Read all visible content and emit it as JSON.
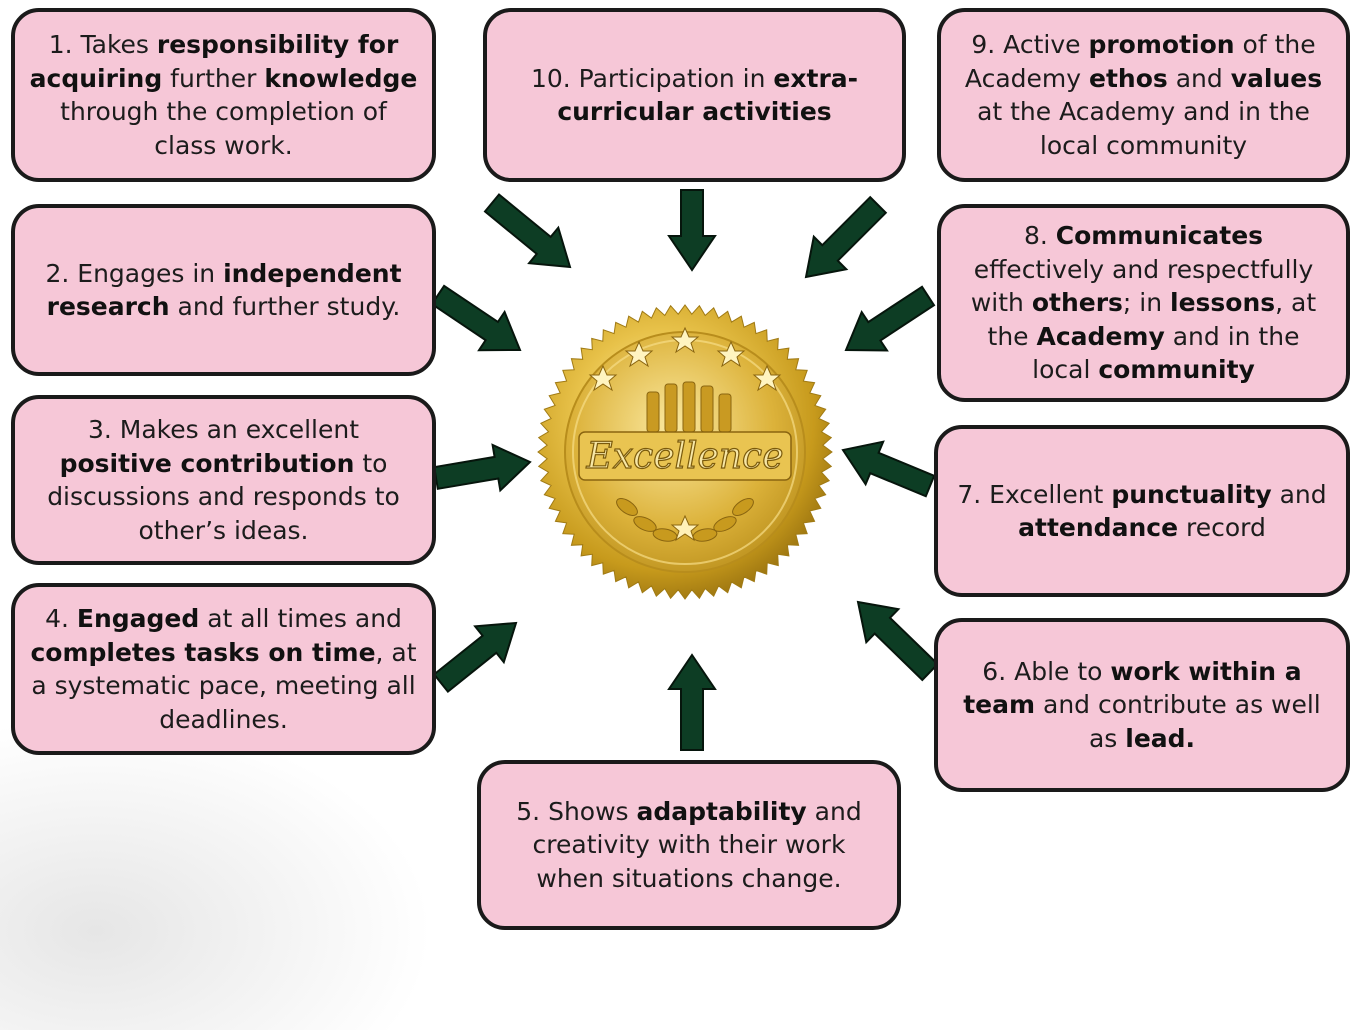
{
  "seal": {
    "label": "Excellence"
  },
  "colors": {
    "box_fill": "#f6c7d7",
    "box_border": "#1a1a1a",
    "arrow": "#0d3d24",
    "seal_gold": "#d9ac1e"
  },
  "items": [
    {
      "id": 1,
      "segments": [
        {
          "t": "1. Takes ",
          "b": false
        },
        {
          "t": "responsibility for acquiring",
          "b": true
        },
        {
          "t": " further ",
          "b": false
        },
        {
          "t": "knowledge",
          "b": true
        },
        {
          "t": " through the completion of class work.",
          "b": false
        }
      ]
    },
    {
      "id": 2,
      "segments": [
        {
          "t": "2. Engages in ",
          "b": false
        },
        {
          "t": "independent research",
          "b": true
        },
        {
          "t": " and further study.",
          "b": false
        }
      ]
    },
    {
      "id": 3,
      "segments": [
        {
          "t": "3. Makes an excellent ",
          "b": false
        },
        {
          "t": "positive contribution",
          "b": true
        },
        {
          "t": " to discussions and responds to other’s ideas.",
          "b": false
        }
      ]
    },
    {
      "id": 4,
      "segments": [
        {
          "t": "4. ",
          "b": false
        },
        {
          "t": "Engaged",
          "b": true
        },
        {
          "t": " at all times and ",
          "b": false
        },
        {
          "t": "completes tasks on time",
          "b": true
        },
        {
          "t": ", at a systematic pace, meeting all deadlines.",
          "b": false
        }
      ]
    },
    {
      "id": 5,
      "segments": [
        {
          "t": "5. Shows ",
          "b": false
        },
        {
          "t": "adaptability",
          "b": true
        },
        {
          "t": " and creativity with their work when situations change.",
          "b": false
        }
      ]
    },
    {
      "id": 6,
      "segments": [
        {
          "t": "6. Able to ",
          "b": false
        },
        {
          "t": "work within a team",
          "b": true
        },
        {
          "t": " and contribute as well as ",
          "b": false
        },
        {
          "t": "lead.",
          "b": true
        }
      ]
    },
    {
      "id": 7,
      "segments": [
        {
          "t": "7. Excellent ",
          "b": false
        },
        {
          "t": "punctuality",
          "b": true
        },
        {
          "t": " and ",
          "b": false
        },
        {
          "t": "attendance",
          "b": true
        },
        {
          "t": " record",
          "b": false
        }
      ]
    },
    {
      "id": 8,
      "segments": [
        {
          "t": "8. ",
          "b": false
        },
        {
          "t": "Communicates",
          "b": true
        },
        {
          "t": " effectively and respectfully with ",
          "b": false
        },
        {
          "t": "others",
          "b": true
        },
        {
          "t": "; in ",
          "b": false
        },
        {
          "t": "lessons",
          "b": true
        },
        {
          "t": ", at the ",
          "b": false
        },
        {
          "t": "Academy",
          "b": true
        },
        {
          "t": " and in the local ",
          "b": false
        },
        {
          "t": "community",
          "b": true
        }
      ]
    },
    {
      "id": 9,
      "segments": [
        {
          "t": "9. Active ",
          "b": false
        },
        {
          "t": "promotion",
          "b": true
        },
        {
          "t": " of the Academy ",
          "b": false
        },
        {
          "t": "ethos",
          "b": true
        },
        {
          "t": " and ",
          "b": false
        },
        {
          "t": "values",
          "b": true
        },
        {
          "t": " at the Academy and in the local community",
          "b": false
        }
      ]
    },
    {
      "id": 10,
      "segments": [
        {
          "t": "10. Participation in ",
          "b": false
        },
        {
          "t": "extra-curricular activities",
          "b": true
        }
      ]
    }
  ]
}
